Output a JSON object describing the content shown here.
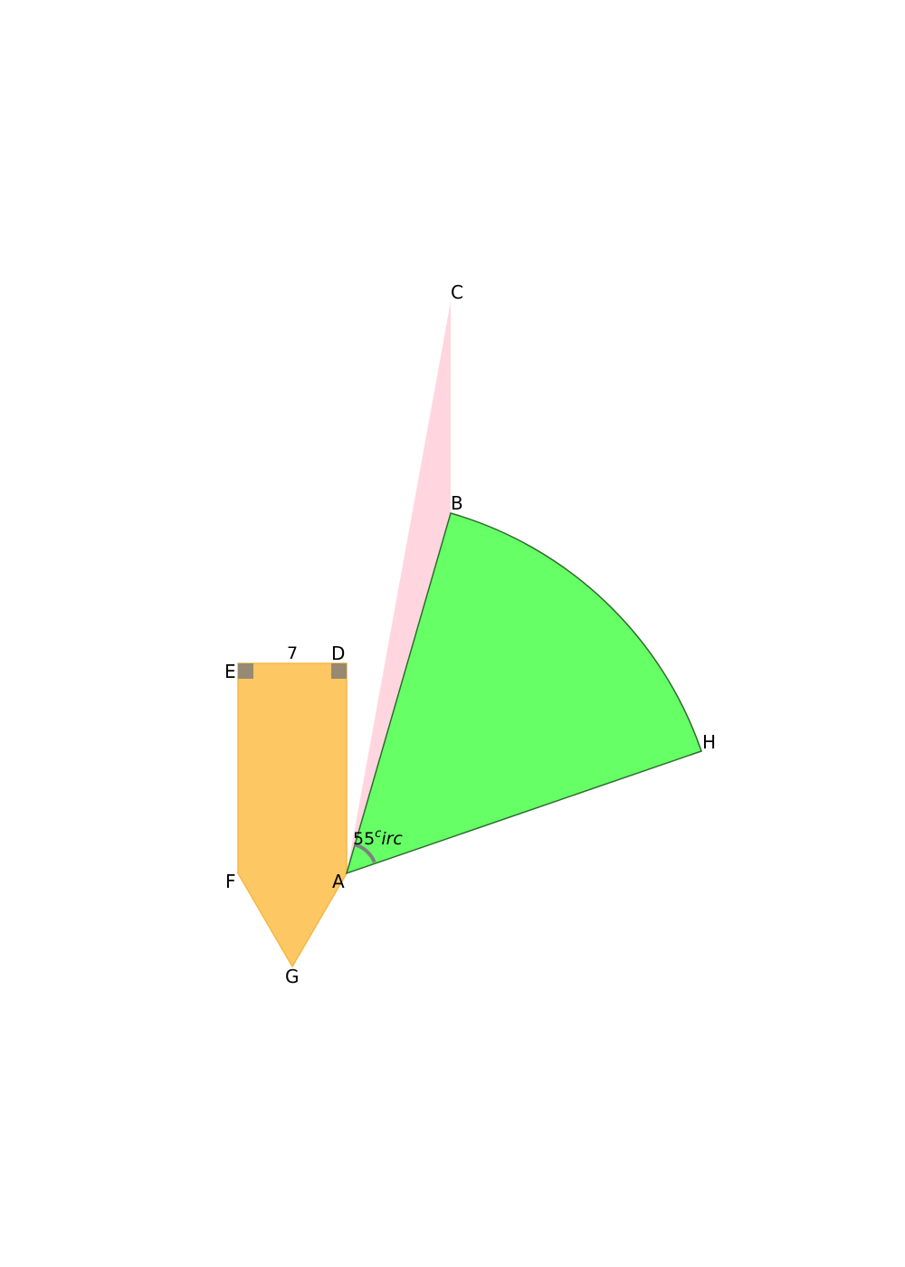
{
  "colors": {
    "pink_fill": "#ffd6e0",
    "orange_fill": "#fdc764",
    "orange_stroke": "#f5b942",
    "green_fill": "#66ff66",
    "green_stroke": "#2e6b2e",
    "right_angle_marker": "#988a72",
    "angle_arc": "#808080",
    "text": "#000000"
  },
  "points": {
    "A": "A",
    "B": "B",
    "C": "C",
    "D": "D",
    "E": "E",
    "F": "F",
    "G": "G",
    "H": "H"
  },
  "measurements": {
    "ED_length": "7",
    "angle_BAH_number": "55",
    "angle_BAH_superscript": "c",
    "angle_BAH_suffix": "irc"
  }
}
